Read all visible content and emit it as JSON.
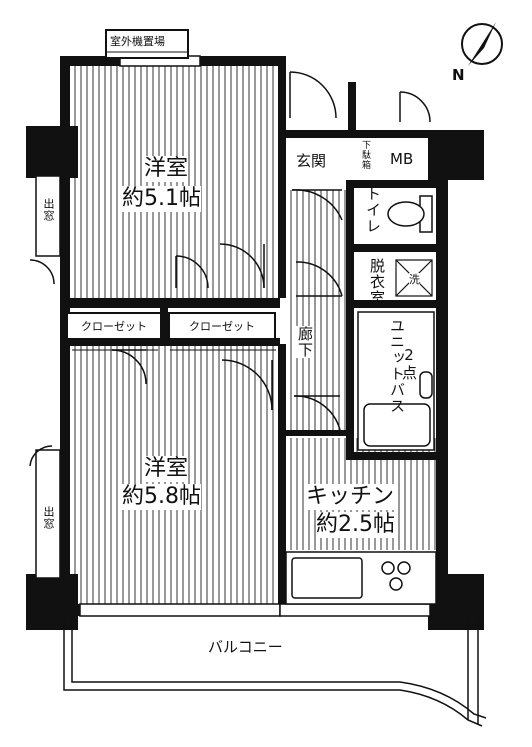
{
  "plan": {
    "compass": "N",
    "outdoor_unit": "室外機置場",
    "rooms": {
      "western_1": {
        "name": "洋室",
        "size": "約5.1帖"
      },
      "western_2": {
        "name": "洋室",
        "size": "約5.8帖"
      },
      "kitchen": {
        "name": "キッチン",
        "size": "約2.5帖"
      },
      "entrance": "玄関",
      "shoe_box": "下駄箱",
      "mb": "MB",
      "toilet": "トイレ",
      "dressing": "脱衣室",
      "washer": "洗",
      "hallway": "廊下",
      "unit_bath": "ユニットバス",
      "unit_bath_size": "2点",
      "closet_1": "クローゼット",
      "closet_2": "クローゼット",
      "window_1": "出窓",
      "window_2": "出窓",
      "balcony": "バルコニー"
    }
  }
}
